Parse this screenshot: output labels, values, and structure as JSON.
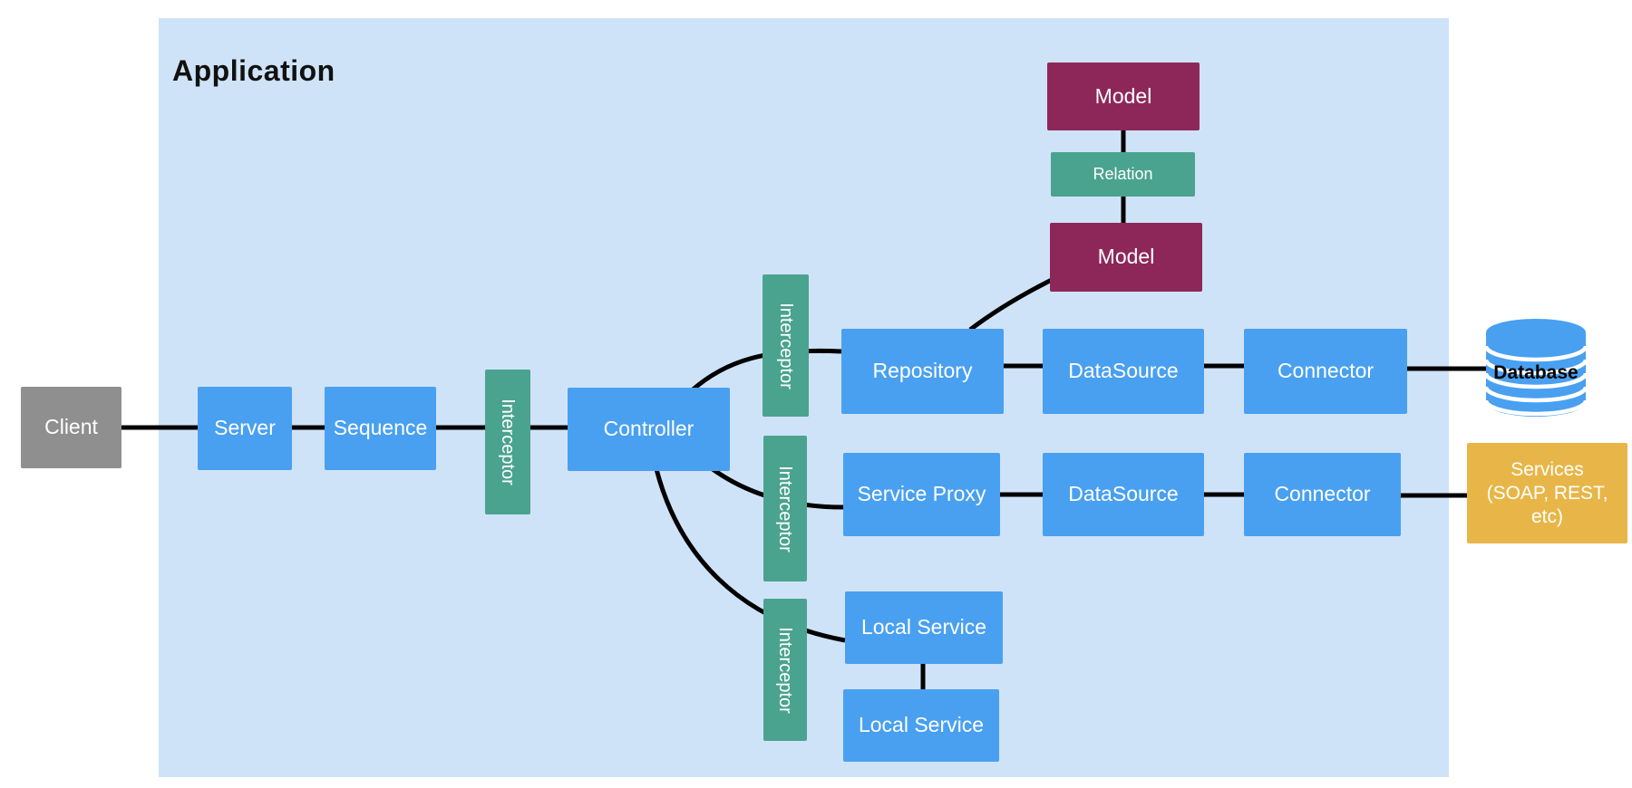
{
  "diagram": {
    "title": "Application",
    "nodes": {
      "client": {
        "label": "Client"
      },
      "server": {
        "label": "Server"
      },
      "sequence": {
        "label": "Sequence"
      },
      "interceptor_main": {
        "label": "Interceptor"
      },
      "controller": {
        "label": "Controller"
      },
      "interceptor_top": {
        "label": "Interceptor"
      },
      "interceptor_middle": {
        "label": "Interceptor"
      },
      "interceptor_bottom": {
        "label": "Interceptor"
      },
      "repository": {
        "label": "Repository"
      },
      "datasource_1": {
        "label": "DataSource"
      },
      "connector_1": {
        "label": "Connector"
      },
      "service_proxy": {
        "label": "Service Proxy"
      },
      "datasource_2": {
        "label": "DataSource"
      },
      "connector_2": {
        "label": "Connector"
      },
      "local_service_1": {
        "label": "Local Service"
      },
      "local_service_2": {
        "label": "Local Service"
      },
      "model_1": {
        "label": "Model"
      },
      "relation": {
        "label": "Relation"
      },
      "model_2": {
        "label": "Model"
      },
      "database": {
        "label": "Database"
      },
      "services": {
        "label": "Services (SOAP, REST, etc)",
        "lines": [
          "Services",
          "(SOAP, REST,",
          "etc)"
        ]
      }
    },
    "edges": [
      {
        "from": "client",
        "to": "server"
      },
      {
        "from": "server",
        "to": "sequence"
      },
      {
        "from": "sequence",
        "to": "controller",
        "via": "interceptor_main"
      },
      {
        "from": "controller",
        "to": "repository",
        "via": "interceptor_top"
      },
      {
        "from": "controller",
        "to": "service_proxy",
        "via": "interceptor_middle"
      },
      {
        "from": "controller",
        "to": "local_service_1",
        "via": "interceptor_bottom"
      },
      {
        "from": "repository",
        "to": "datasource_1"
      },
      {
        "from": "datasource_1",
        "to": "connector_1"
      },
      {
        "from": "connector_1",
        "to": "database"
      },
      {
        "from": "repository",
        "to": "model_2"
      },
      {
        "from": "model_1",
        "to": "relation"
      },
      {
        "from": "relation",
        "to": "model_2"
      },
      {
        "from": "service_proxy",
        "to": "datasource_2"
      },
      {
        "from": "datasource_2",
        "to": "connector_2"
      },
      {
        "from": "connector_2",
        "to": "services"
      },
      {
        "from": "local_service_1",
        "to": "local_service_2"
      }
    ],
    "palette": {
      "application_background": "#cfe3f8",
      "node_blue": "#49a0f0",
      "node_teal": "#4aa38f",
      "node_maroon": "#8e2759",
      "node_gray": "#8f8f8f",
      "node_yellow": "#e8b648",
      "edge_color": "#000000",
      "label_light": "#ffffff",
      "label_dark": "#000000"
    }
  }
}
